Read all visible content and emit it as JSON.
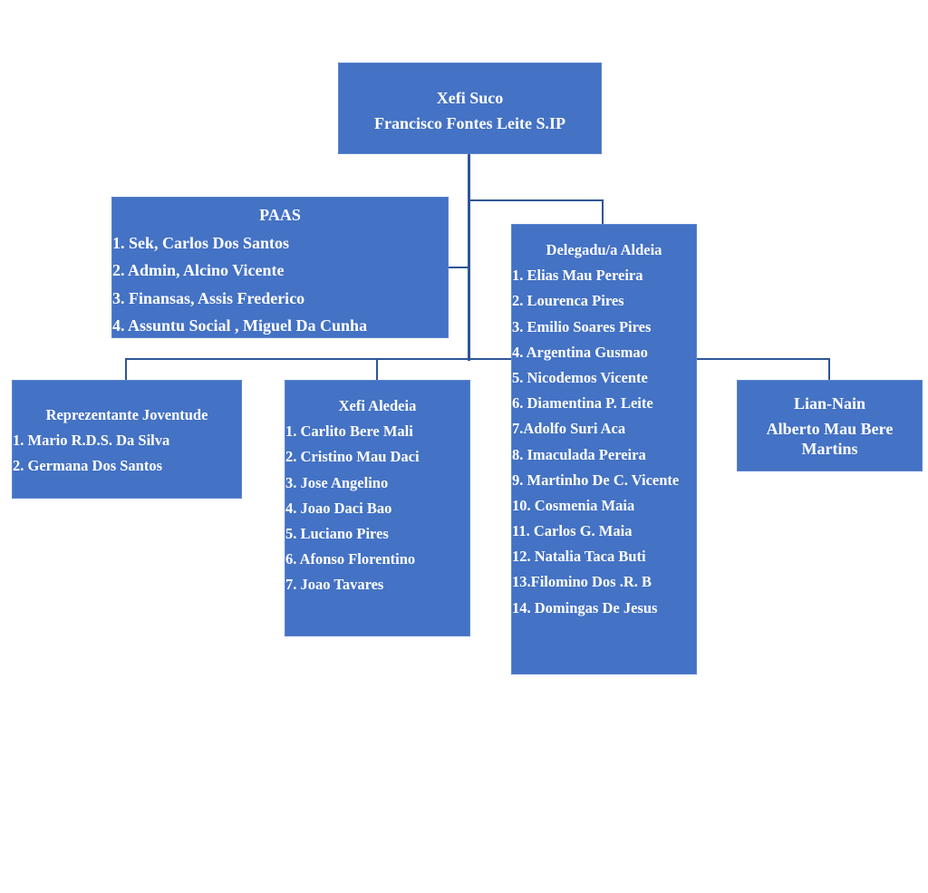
{
  "head": {
    "title": "Xefi Suco",
    "name": "Francisco Fontes Leite S.IP"
  },
  "paas": {
    "title": "PAAS",
    "items": [
      "1. Sek,  Carlos Dos Santos",
      "2. Admin, Alcino Vicente",
      "3. Finansas, Assis Frederico",
      "4. Assuntu Social , Miguel Da Cunha"
    ]
  },
  "joventude": {
    "title": "Reprezentante Joventude",
    "items": [
      "1. Mario R.D.S. Da Silva",
      "2. Germana Dos Santos"
    ]
  },
  "aldeia": {
    "title": "Xefi Aledeia",
    "items": [
      "1. Carlito Bere Mali",
      "2. Cristino Mau Daci",
      "3. Jose Angelino",
      "4. Joao Daci Bao",
      "5. Luciano Pires",
      "6. Afonso Florentino",
      "7. Joao Tavares"
    ]
  },
  "delegadu": {
    "title": "Delegadu/a Aldeia",
    "items": [
      "1. Elias Mau Pereira",
      "2. Lourenca Pires",
      "3. Emilio Soares Pires",
      "4. Argentina Gusmao",
      "5. Nicodemos Vicente",
      "6. Diamentina P. Leite",
      "7.Adolfo Suri Aca",
      "8. Imaculada Pereira",
      "9. Martinho De C. Vicente",
      "10. Cosmenia Maia",
      "11. Carlos G. Maia",
      "12. Natalia Taca Buti",
      "13.Filomino Dos .R. B",
      "14. Domingas De Jesus"
    ]
  },
  "liannain": {
    "title": "Lian-Nain",
    "name": "Alberto Mau Bere Martins"
  }
}
